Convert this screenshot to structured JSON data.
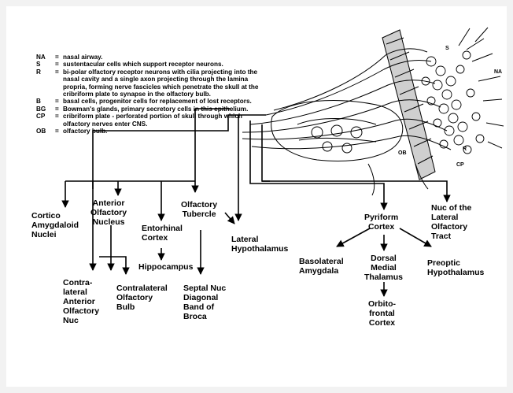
{
  "legend": [
    {
      "key": "NA",
      "text": "nasal airway."
    },
    {
      "key": "S",
      "text": "sustentacular cells which support receptor neurons."
    },
    {
      "key": "R",
      "text": "bi-polar olfactory receptor neurons with cilia projecting into the nasal cavity and a single axon projecting through the lamina propria, forming nerve fascicles which penetrate the skull at the cribriform plate to synapse in the olfactory bulb."
    },
    {
      "key": "B",
      "text": "basal cells, progenitor cells for replacement of lost receptors."
    },
    {
      "key": "BG",
      "text": "Bowman's glands, primary secretory cells in this epithelium."
    },
    {
      "key": "CP",
      "text": "cribriform plate - perforated portion of skull through which olfactory nerves enter CNS."
    },
    {
      "key": "OB",
      "text": "olfactory bulb."
    }
  ],
  "legend_eq": "=",
  "illustration_tags": {
    "na": "NA",
    "s": "S",
    "r": "R",
    "ob": "OB",
    "cp": "CP"
  },
  "nodes": {
    "cortico": "Cortico\nAmygdaloid\nNuclei",
    "anterior_olfactory": "Anterior\nOlfactory\nNucleus",
    "entorhinal": "Entorhinal\nCortex",
    "olfactory_tubercle": "Olfactory\nTubercle",
    "lateral_hypothalamus": "Lateral\nHypothalamus",
    "hippocampus": "Hippocampus",
    "contralateral_aon": "Contra-\nlateral\nAnterior\nOlfactory\nNuc",
    "contralateral_bulb": "Contralateral\nOlfactory\nBulb",
    "septal": "Septal Nuc\nDiagonal\nBand of\nBroca",
    "pyriform": "Pyriform\nCortex",
    "nuc_lot": "Nuc of the\nLateral\nOlfactory\nTract",
    "basolateral": "Basolateral\nAmygdala",
    "dorsal_medial": "Dorsal\nMedial\nThalamus",
    "orbitofrontal": "Orbito-\nfrontal\nCortex",
    "preoptic": "Preoptic\nHypothalamus"
  }
}
